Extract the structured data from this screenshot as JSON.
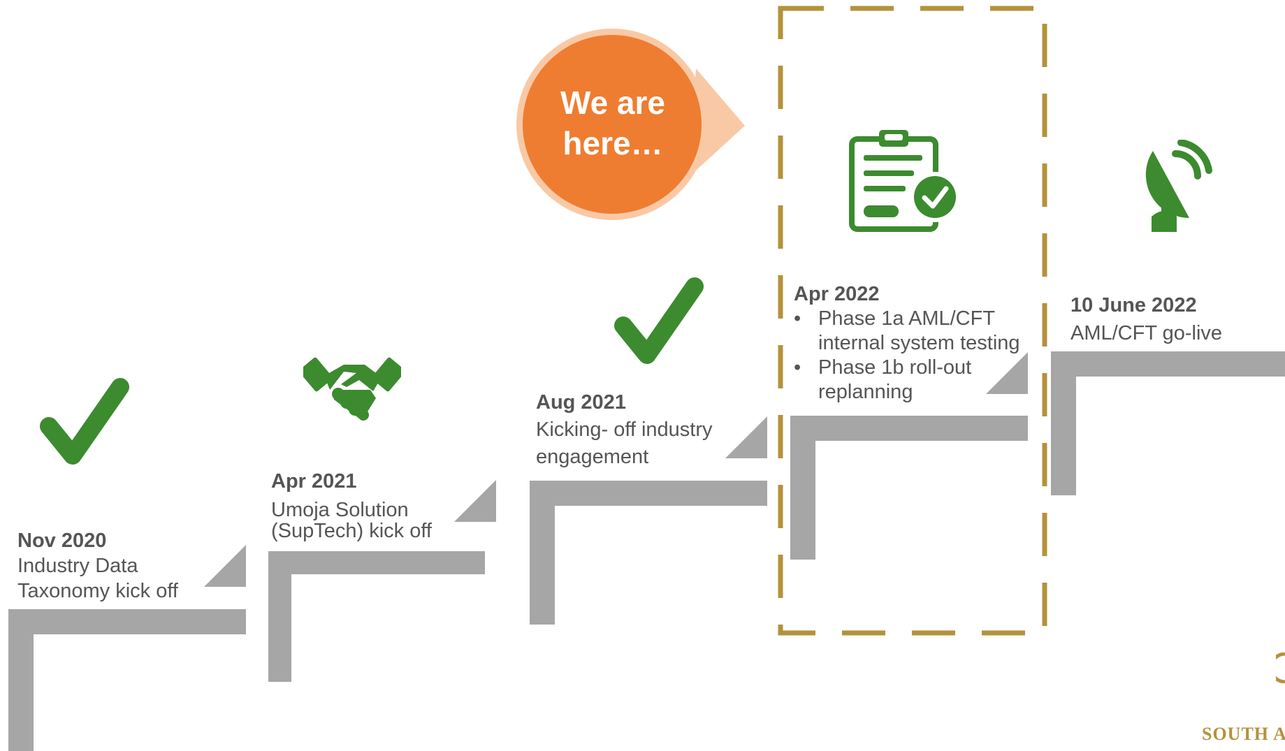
{
  "callout": {
    "line1": "We are",
    "line2": "here…"
  },
  "milestones": [
    {
      "date": "Nov 2020",
      "desc_lines": [
        "Industry Data",
        "Taxonomy kick off"
      ],
      "icon": "checkmark-icon",
      "status": "completed"
    },
    {
      "date": "Apr 2021",
      "desc_lines": [
        "Umoja Solution",
        "(SupTech) kick off"
      ],
      "icon": "handshake-icon"
    },
    {
      "date": "Aug 2021",
      "desc_lines": [
        "Kicking- off industry",
        "engagement"
      ],
      "icon": "checkmark-icon",
      "status": "completed"
    },
    {
      "date": "Apr 2022",
      "bullets": [
        [
          "Phase 1a AML/CFT",
          "internal system testing"
        ],
        [
          "Phase 1b roll-out",
          "replanning"
        ]
      ],
      "icon": "clipboard-check-icon",
      "current": true
    },
    {
      "date": "10 June 2022",
      "desc_lines": [
        "AML/CFT go-live"
      ],
      "icon": "satellite-dish-icon"
    }
  ],
  "bullet_char": "•",
  "brand": "SOUTH AF",
  "colors": {
    "green": "#3c8b2f",
    "orange": "#ee7d31",
    "light_orange": "#f9c9a6",
    "grey_step": "#a6a6a6",
    "gold_dash": "#b4923c",
    "text": "#555555"
  }
}
